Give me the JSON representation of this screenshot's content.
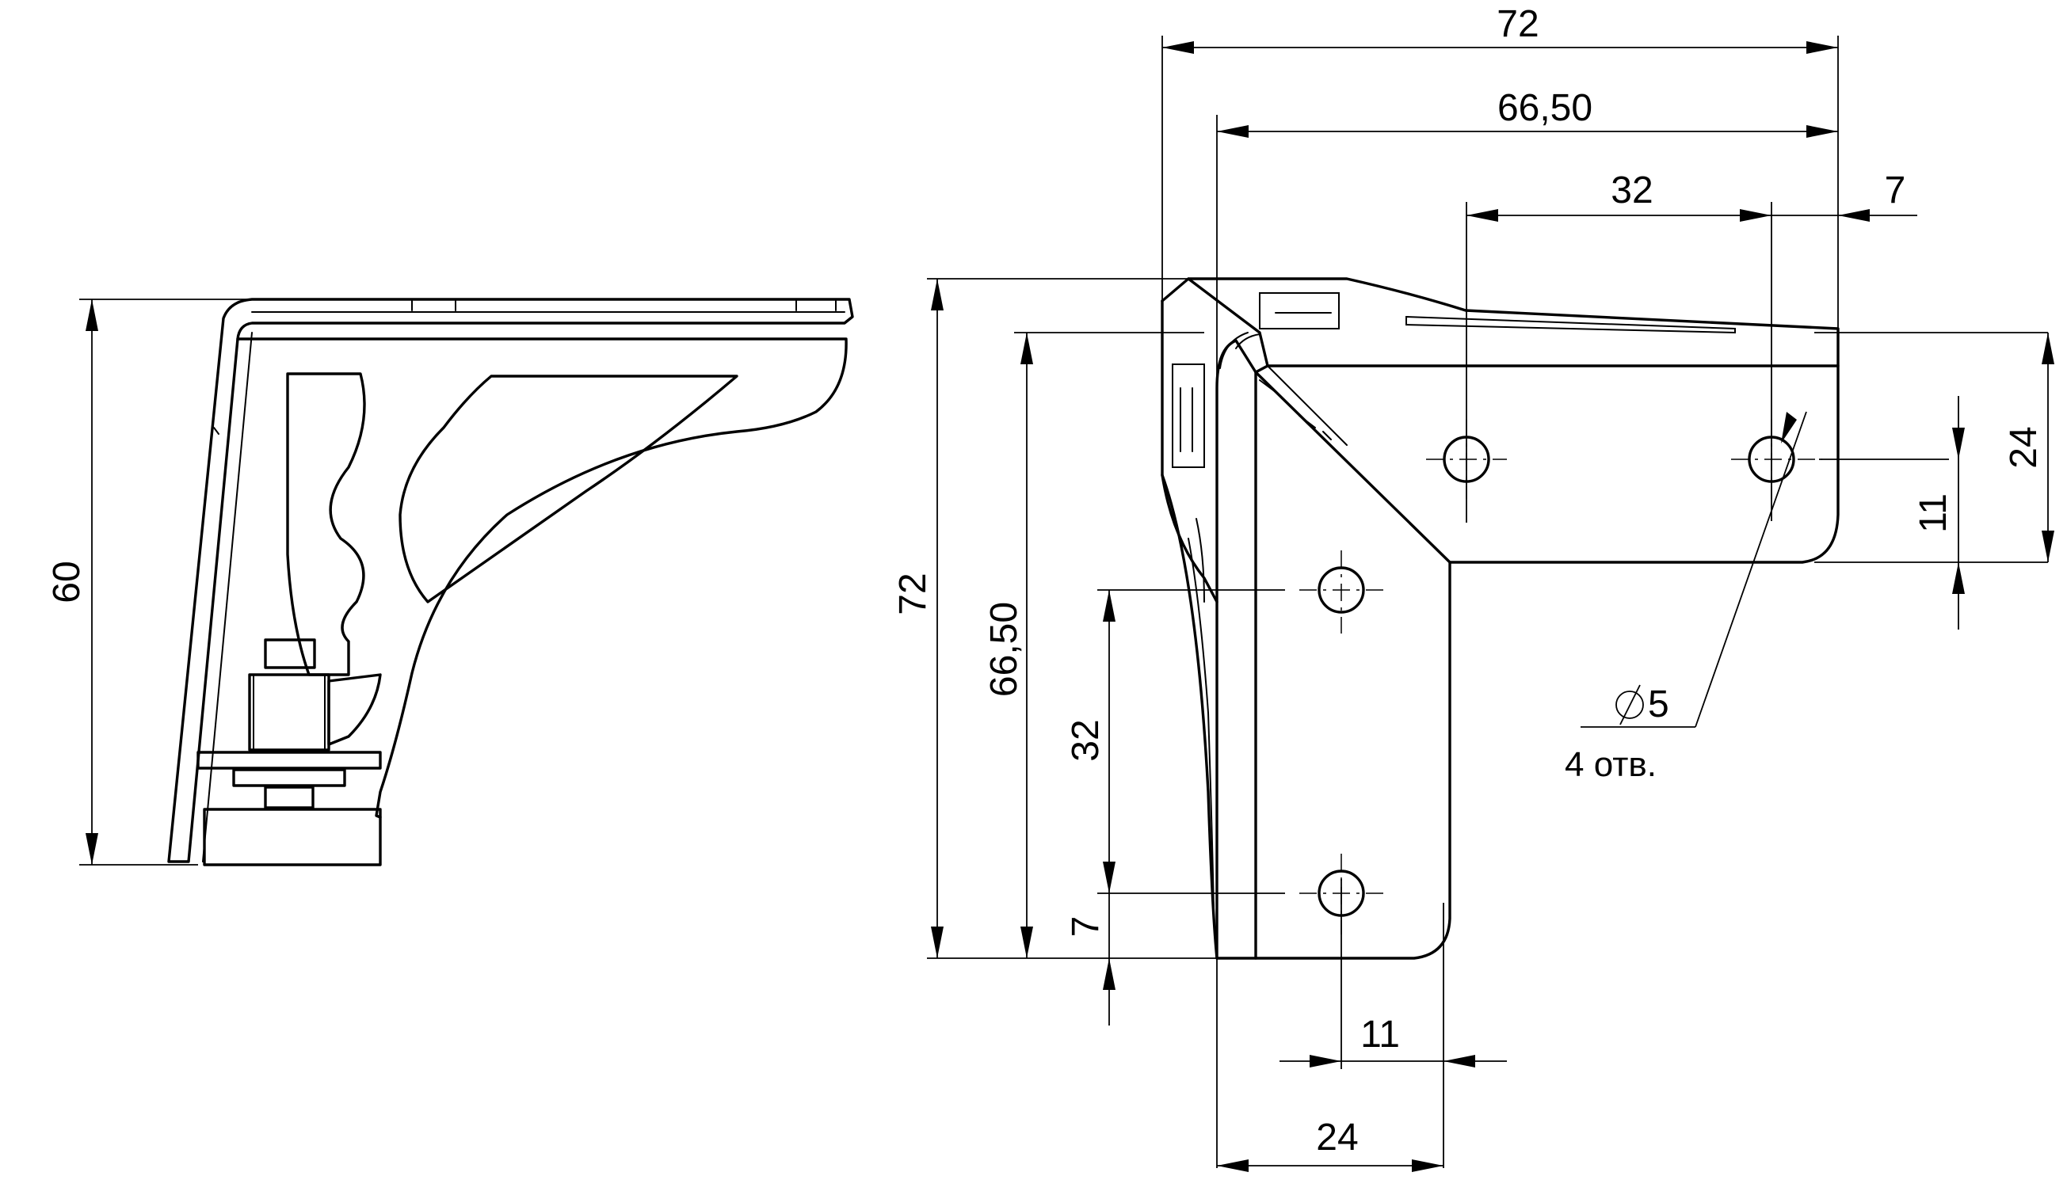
{
  "side_view": {
    "height_label": "60"
  },
  "front_view": {
    "top_width_label": "72",
    "top_inner_width_label": "66,50",
    "hole_spacing_h_label": "32",
    "hole_edge_h_label": "7",
    "left_height_label": "72",
    "left_inner_height_label": "66,50",
    "hole_spacing_v_label": "32",
    "hole_edge_v_label": "7",
    "right_width_label": "24",
    "right_hole_offset_label": "11",
    "bottom_width_label": "24",
    "bottom_hole_offset_label": "11",
    "hole_diameter_label": "5",
    "hole_count_label": "4 отв."
  }
}
